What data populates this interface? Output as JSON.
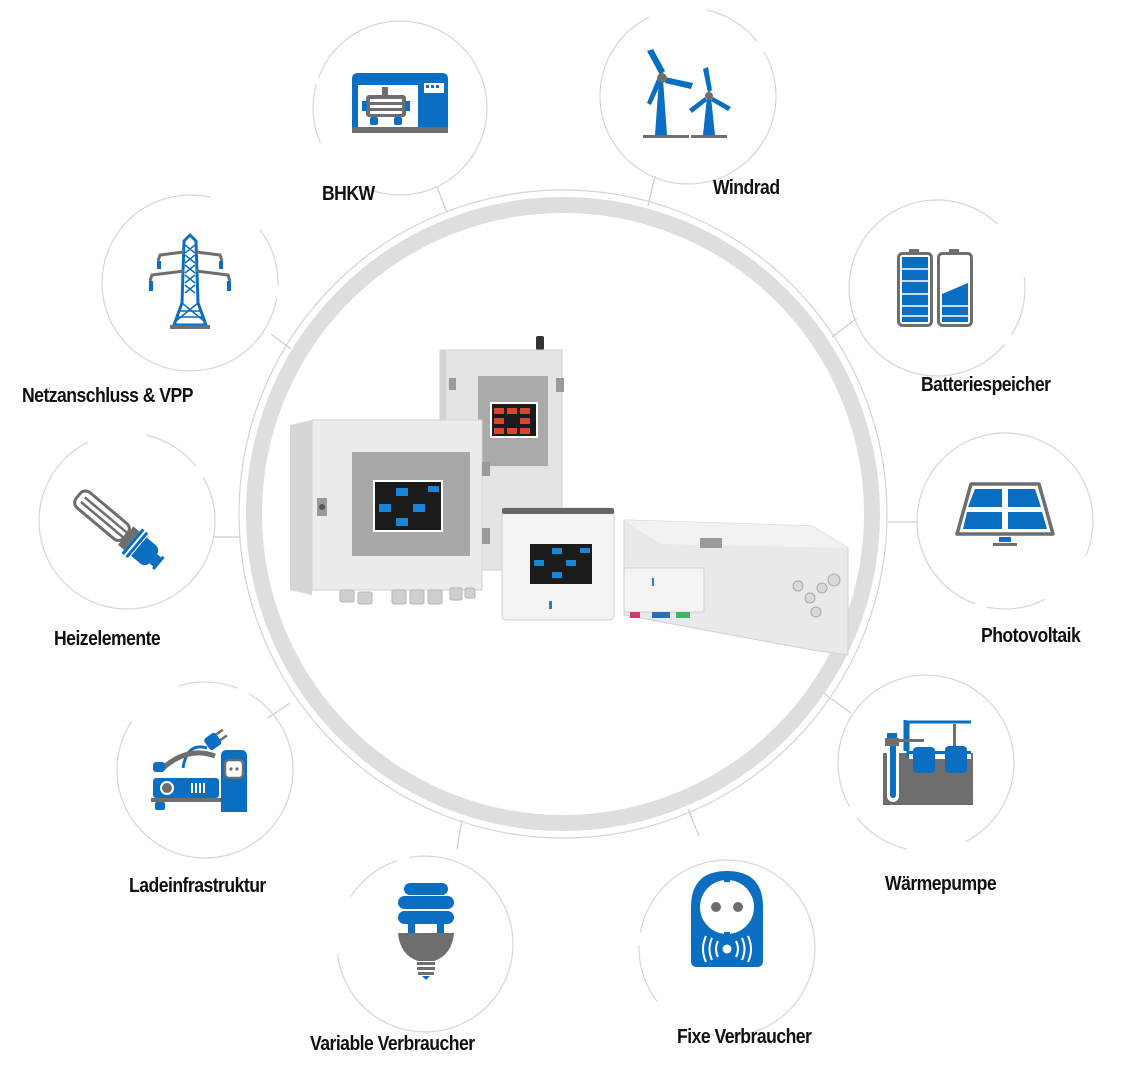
{
  "colors": {
    "accent_blue": "#0a6fc2",
    "icon_gray": "#6e6e6e",
    "ring_gray": "#dedede",
    "line_gray": "#cfcfcf",
    "label_text": "#111111"
  },
  "center": {
    "description": "Energy management system devices (control cabinets with touch displays)",
    "screen_themes": [
      "blue",
      "red",
      "blue"
    ]
  },
  "nodes": [
    {
      "id": "bhkw",
      "label": "BHKW",
      "icon": "chp-generator-icon"
    },
    {
      "id": "windrad",
      "label": "Windrad",
      "icon": "wind-turbine-icon"
    },
    {
      "id": "batteriespeicher",
      "label": "Batteriespeicher",
      "icon": "battery-icon"
    },
    {
      "id": "photovoltaik",
      "label": "Photovoltaik",
      "icon": "solar-panel-icon"
    },
    {
      "id": "waermepumpe",
      "label": "Wärmepumpe",
      "icon": "heat-pump-icon"
    },
    {
      "id": "fixe_verbraucher",
      "label": "Fixe Verbraucher",
      "icon": "smart-plug-icon"
    },
    {
      "id": "variable_verbraucher",
      "label": "Variable Verbraucher",
      "icon": "light-bulb-icon"
    },
    {
      "id": "ladeinfrastruktur",
      "label": "Ladeinfrastruktur",
      "icon": "ev-charger-icon"
    },
    {
      "id": "heizelemente",
      "label": "Heizelemente",
      "icon": "heating-element-icon"
    },
    {
      "id": "netzanschluss",
      "label": "Netzanschluss & VPP",
      "icon": "power-pylon-icon"
    }
  ]
}
